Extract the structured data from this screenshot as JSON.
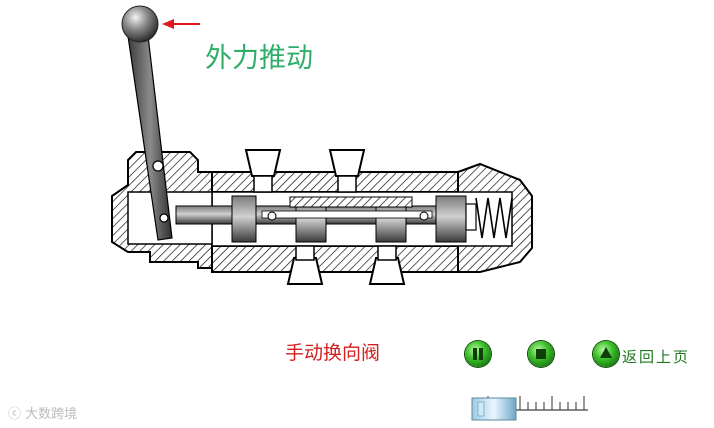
{
  "annotation": {
    "force_label": "外力推动"
  },
  "title": "手动换向阀",
  "controls": {
    "back_label": "返回上页"
  },
  "watermark": "大数跨境",
  "colors": {
    "annotation_green": "#2fae6a",
    "title_red": "#d42020",
    "arrow_red": "#e01818",
    "button_green": "#3cbf2a",
    "hatch": "#000000"
  },
  "icons": {
    "pause": "pause-icon",
    "stop": "stop-icon",
    "back": "triangle-up-icon"
  }
}
